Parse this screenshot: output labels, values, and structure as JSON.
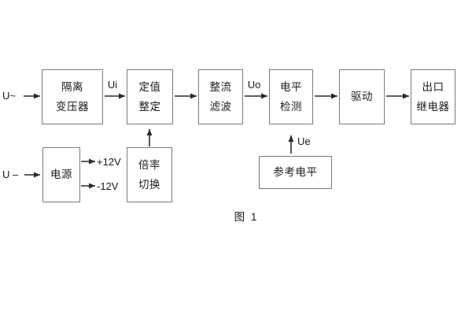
{
  "figure": {
    "caption": "图 1",
    "colors": {
      "line": "#2a2a2a",
      "box_border": "#7a7a7a",
      "text": "#1a1a1a",
      "background": "#ffffff"
    }
  },
  "blocks": {
    "isolation_transformer": {
      "line1": "隔离",
      "line2": "变压器"
    },
    "value_setting": {
      "line1": "定值",
      "line2": "整定"
    },
    "rectifier_filter": {
      "line1": "整流",
      "line2": "滤波"
    },
    "level_detection": {
      "line1": "电平",
      "line2": "检测"
    },
    "driver": {
      "line1": "驱动"
    },
    "output_relay": {
      "line1": "出口",
      "line2": "继电器"
    },
    "power_supply": {
      "line1": "电源"
    },
    "ratio_switch": {
      "line1": "倍率",
      "line2": "切换"
    },
    "reference_level": {
      "line1": "参考电平"
    }
  },
  "signals": {
    "ac_input": "U~",
    "dc_input": "U –",
    "ui": "Ui",
    "uo": "Uo",
    "ue": "Ue",
    "plus_12v": "+12V",
    "minus_12v": "-12V"
  }
}
